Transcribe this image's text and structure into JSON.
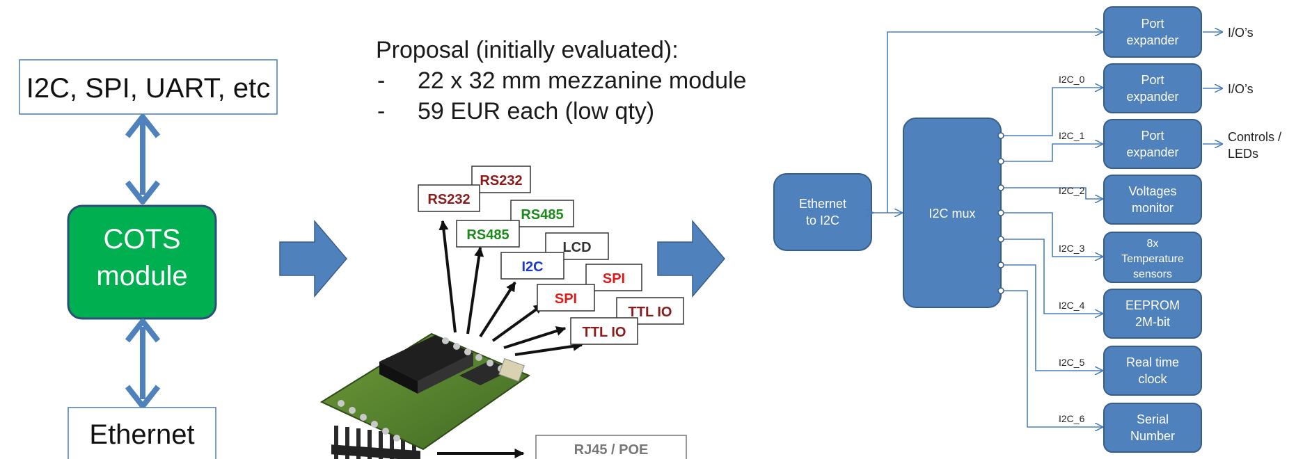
{
  "left": {
    "top_label": "I2C, SPI, UART, etc",
    "module_label": [
      "COTS",
      "module"
    ],
    "bottom_label": "Ethernet"
  },
  "proposal": {
    "heading": "Proposal (initially evaluated):",
    "bullets": [
      "22 x 32 mm mezzanine module",
      "59 EUR each (low qty)"
    ]
  },
  "photo_labels": [
    {
      "text": "RS232",
      "color": "#8b1a1a"
    },
    {
      "text": "RS232",
      "color": "#8b1a1a"
    },
    {
      "text": "RS485",
      "color": "#1a8a1a"
    },
    {
      "text": "RS485",
      "color": "#1a8a1a"
    },
    {
      "text": "LCD",
      "color": "#333333"
    },
    {
      "text": "I2C",
      "color": "#1a3acb"
    },
    {
      "text": "SPI",
      "color": "#e01a1a"
    },
    {
      "text": "SPI",
      "color": "#e01a1a"
    },
    {
      "text": "TTL IO",
      "color": "#8b1a1a"
    },
    {
      "text": "TTL IO",
      "color": "#8b1a1a"
    },
    {
      "text": "RJ45 / POE",
      "color": "#777777"
    }
  ],
  "block": {
    "eth": [
      "Ethernet",
      "to I2C"
    ],
    "mux": "I2C mux",
    "targets": [
      {
        "bus": "",
        "lines": [
          "Port",
          "expander"
        ],
        "out": [
          "I/O’s"
        ]
      },
      {
        "bus": "I2C_0",
        "lines": [
          "Port",
          "expander"
        ],
        "out": [
          "I/O’s"
        ]
      },
      {
        "bus": "I2C_1",
        "lines": [
          "Port",
          "expander"
        ],
        "out": [
          "Controls /",
          "LEDs"
        ]
      },
      {
        "bus": "I2C_2",
        "lines": [
          "Voltages",
          "monitor"
        ],
        "out": []
      },
      {
        "bus": "I2C_3",
        "lines": [
          "8x",
          "Temperature",
          "sensors"
        ],
        "out": []
      },
      {
        "bus": "I2C_4",
        "lines": [
          "EEPROM",
          "2M-bit"
        ],
        "out": []
      },
      {
        "bus": "I2C_5",
        "lines": [
          "Real time",
          "clock"
        ],
        "out": []
      },
      {
        "bus": "I2C_6",
        "lines": [
          "Serial",
          "Number"
        ],
        "out": []
      }
    ]
  },
  "colors": {
    "box_fill": "#4f81bd",
    "box_stroke": "#385d8a",
    "line": "#4a7ebb",
    "cots_fill": "#00b050",
    "cots_stroke": "#2b4f7a",
    "arrow_fill": "#4f81bd"
  }
}
